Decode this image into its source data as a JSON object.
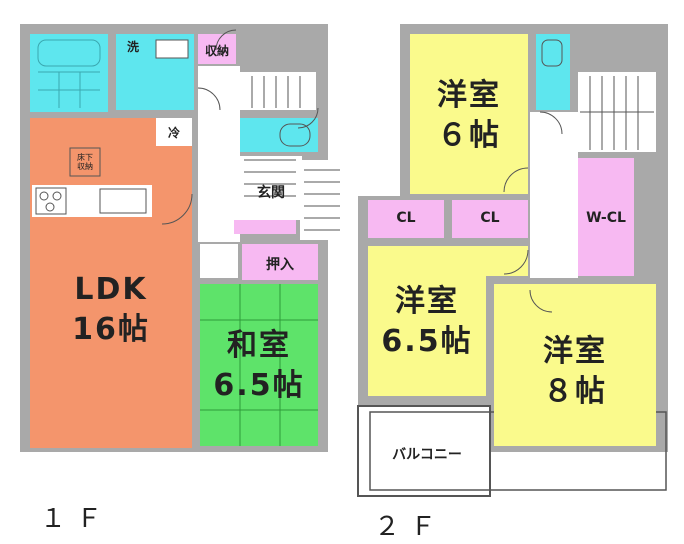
{
  "floor1": {
    "label": "１Ｆ",
    "rooms": {
      "wash": "洗",
      "storage": "収納",
      "fridge": "冷",
      "underfloor": "床下\n収納",
      "ldk": "LDK\n16帖",
      "entrance": "玄関",
      "closet": "押入",
      "washitsu": "和室\n6.5帖"
    }
  },
  "floor2": {
    "label": "２Ｆ",
    "rooms": {
      "western_6": "洋室\n６帖",
      "cl_left": "CL",
      "cl_right": "CL",
      "wcl": "W-CL",
      "western_65": "洋室\n6.5帖",
      "western_8": "洋室\n８帖",
      "balcony": "バルコニー"
    }
  },
  "colors": {
    "wall": "#a9a9a9",
    "ldk": "#f4956c",
    "washitsu": "#5ee36a",
    "western": "#fafa8c",
    "closet": "#f7b9f2",
    "water": "#5ee6ee",
    "white": "#ffffff"
  }
}
